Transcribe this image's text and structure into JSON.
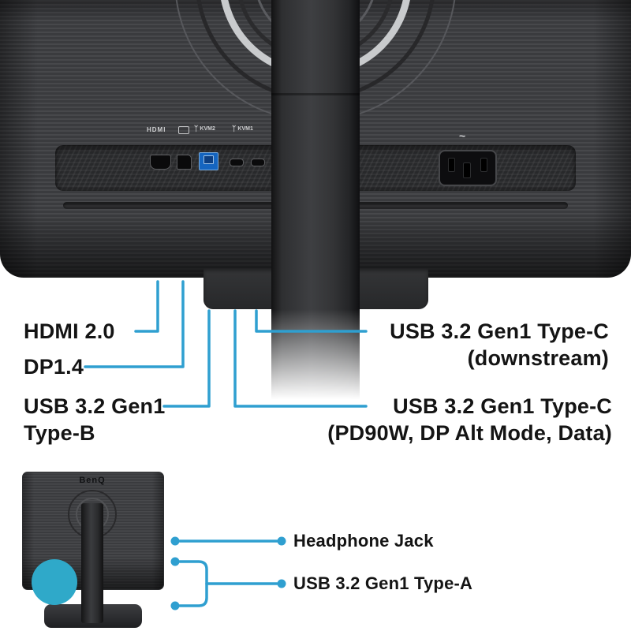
{
  "colors": {
    "accent": "#2f9fd0",
    "highlight": "#2fa9c9",
    "label": "#141414"
  },
  "monitor": {
    "brand": "BenQ",
    "port_icons": {
      "hdmi": "HDMI",
      "kvm2": "KVM2",
      "kvm1": "KVM1",
      "usb_glyph": "ᛉ",
      "power": "~"
    }
  },
  "callouts": {
    "left": [
      {
        "line1": "HDMI 2.0",
        "line2": ""
      },
      {
        "line1": "DP1.4",
        "line2": ""
      },
      {
        "line1": "USB 3.2 Gen1",
        "line2": "Type-B"
      }
    ],
    "right": [
      {
        "line1": "USB 3.2 Gen1 Type-C",
        "line2": "(downstream)"
      },
      {
        "line1": "USB 3.2 Gen1 Type-C",
        "line2": "(PD90W, DP Alt Mode, Data)"
      }
    ],
    "bottom": [
      {
        "label": "Headphone Jack"
      },
      {
        "label": "USB 3.2 Gen1 Type-A"
      }
    ]
  }
}
